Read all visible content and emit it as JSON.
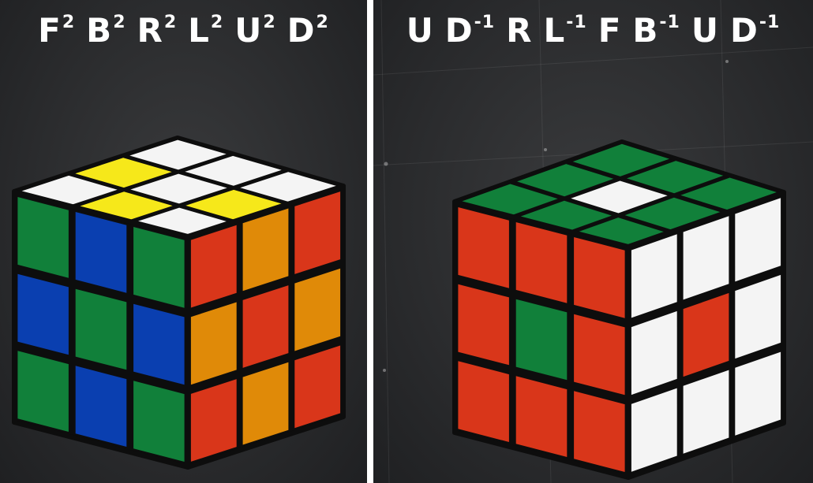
{
  "panels": [
    {
      "id": "left",
      "moves": [
        {
          "face": "F",
          "exp": "2"
        },
        {
          "face": "B",
          "exp": "2"
        },
        {
          "face": "R",
          "exp": "2"
        },
        {
          "face": "L",
          "exp": "2"
        },
        {
          "face": "U",
          "exp": "2"
        },
        {
          "face": "D",
          "exp": "2"
        }
      ],
      "cube": {
        "top": [
          [
            "white",
            "white",
            "white"
          ],
          [
            "yellow",
            "white",
            "yellow"
          ],
          [
            "white",
            "yellow",
            "white"
          ]
        ],
        "front": [
          [
            "green",
            "blue",
            "green"
          ],
          [
            "blue",
            "green",
            "blue"
          ],
          [
            "green",
            "blue",
            "green"
          ]
        ],
        "right": [
          [
            "red",
            "orange",
            "red"
          ],
          [
            "orange",
            "red",
            "orange"
          ],
          [
            "red",
            "orange",
            "red"
          ]
        ]
      }
    },
    {
      "id": "right",
      "moves": [
        {
          "face": "U",
          "exp": ""
        },
        {
          "face": "D",
          "exp": "-1"
        },
        {
          "face": "R",
          "exp": ""
        },
        {
          "face": "L",
          "exp": "-1"
        },
        {
          "face": "F",
          "exp": ""
        },
        {
          "face": "B",
          "exp": "-1"
        },
        {
          "face": "U",
          "exp": ""
        },
        {
          "face": "D",
          "exp": "-1"
        }
      ],
      "cube": {
        "top": [
          [
            "green",
            "green",
            "green"
          ],
          [
            "green",
            "white",
            "green"
          ],
          [
            "green",
            "green",
            "green"
          ]
        ],
        "front": [
          [
            "red",
            "red",
            "red"
          ],
          [
            "red",
            "green",
            "red"
          ],
          [
            "red",
            "red",
            "red"
          ]
        ],
        "right": [
          [
            "white",
            "white",
            "white"
          ],
          [
            "white",
            "red",
            "white"
          ],
          [
            "white",
            "white",
            "white"
          ]
        ]
      }
    }
  ],
  "colors": {
    "white": "#f4f4f4",
    "yellow": "#f6e81a",
    "green": "#11803a",
    "blue": "#0a3fb0",
    "red": "#d9361a",
    "orange": "#e08a08",
    "plastic": "#0d0d0d"
  }
}
